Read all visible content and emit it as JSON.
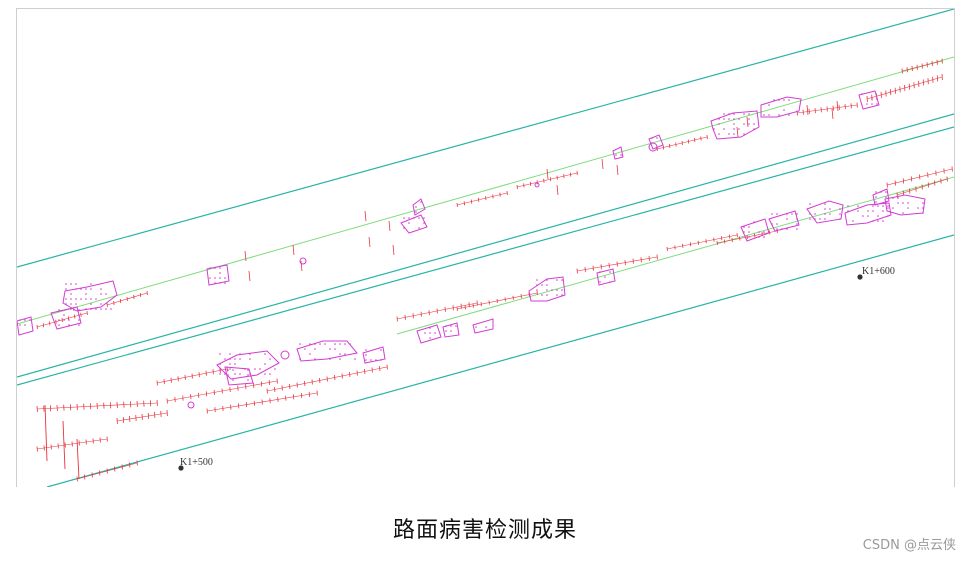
{
  "figure": {
    "caption": "路面病害检测成果",
    "watermark": "CSDN @点云侠",
    "stations": [
      {
        "id": "k1-600",
        "label": "K1+600"
      },
      {
        "id": "k1-500",
        "label": "K1+500"
      }
    ]
  },
  "colors": {
    "road_edge_line": "#27b4a4",
    "lane_center_line": "#7fdc7f",
    "crack_red": "#e8323c",
    "patch_magenta": "#d23cd2",
    "station_marker": "#333333"
  }
}
